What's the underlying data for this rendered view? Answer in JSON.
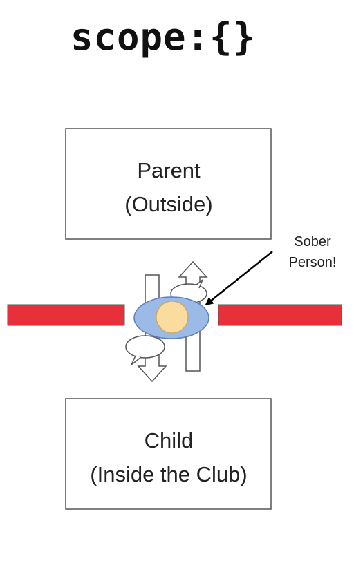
{
  "title": "scope:{}",
  "parent_box": {
    "line1": "Parent",
    "line2": "(Outside)"
  },
  "child_box": {
    "line1": "Child",
    "line2": "(Inside the Club)"
  },
  "annotation": {
    "line1": "Sober",
    "line2": "Person!"
  },
  "colors": {
    "barrier": "#e8303a",
    "person_body": "#9bbbe6",
    "person_head": "#fadd9e",
    "outline": "#555555"
  }
}
